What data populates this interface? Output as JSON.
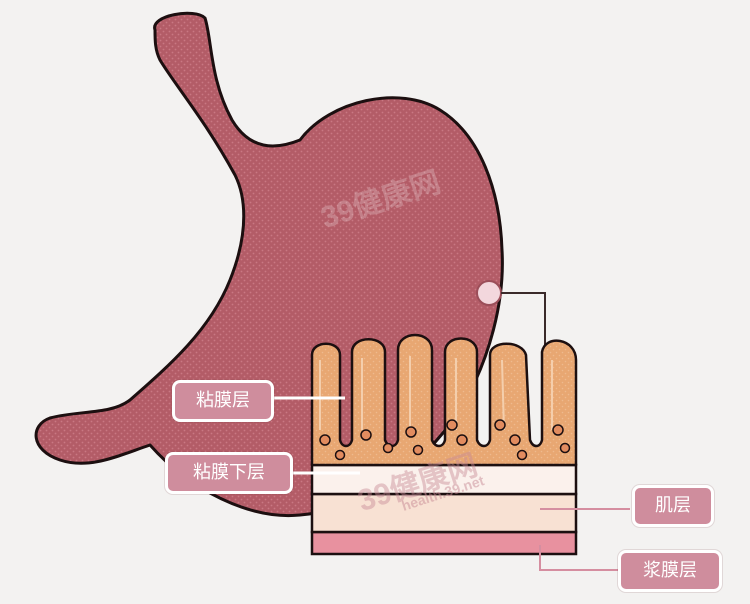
{
  "labels": {
    "mucosa": "粘膜层",
    "submucosa": "粘膜下层",
    "muscle": "肌层",
    "serosa": "浆膜层"
  },
  "watermark": {
    "brand": "39健康网",
    "url": "health.39.net"
  },
  "colors": {
    "background": "#f3f2f1",
    "stomach": "#b35c67",
    "mucosa": "#e8a772",
    "submucosa": "#fbf1ec",
    "muscle": "#f8e1d3",
    "serosa": "#e8919f",
    "label_fill": "#cf8d9d",
    "outline": "#2a1a1a"
  }
}
